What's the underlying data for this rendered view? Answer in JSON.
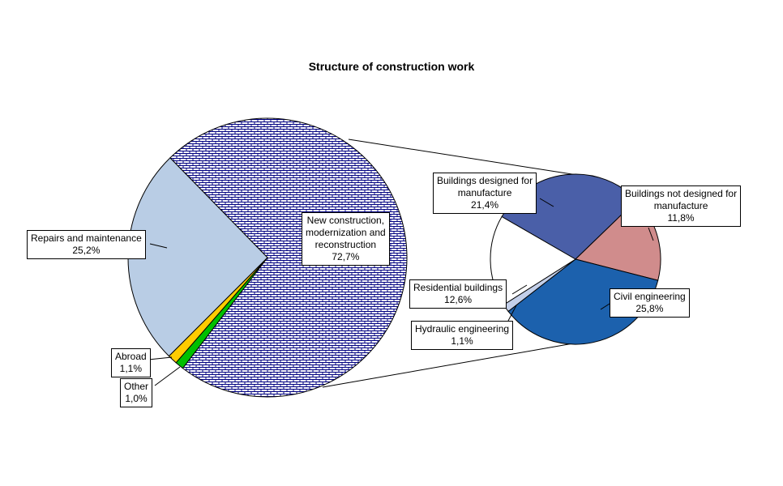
{
  "chart_data": {
    "type": "pie",
    "variant": "pie-of-pie",
    "title": "Structure of construction work",
    "background": "#ffffff",
    "pattern_colors": {
      "navy-brick": "#000080"
    },
    "main_pie": {
      "total_pct": 100,
      "start_angle_deg": 315.7,
      "slices": [
        {
          "label": "New construction, modernization and reconstruction",
          "pct": 72.7,
          "display_label": "New construction,\nmodernization and\nreconstruction\n72,7%",
          "fill": "pattern:navy-brick"
        },
        {
          "label": "Other",
          "pct": 1.0,
          "display_label": "Other\n1,0%",
          "fill": "#00c000"
        },
        {
          "label": "Abroad",
          "pct": 1.1,
          "display_label": "Abroad\n1,1%",
          "fill": "#ffcc00"
        },
        {
          "label": "Repairs and maintenance",
          "pct": 25.2,
          "display_label": "Repairs and maintenance\n25,2%",
          "fill": "#b9cde5"
        }
      ]
    },
    "secondary_pie": {
      "breakdown_of": "New construction, modernization and reconstruction",
      "total_pct": 72.7,
      "start_angle_deg": 300,
      "slices": [
        {
          "label": "Buildings designed for manufacture",
          "pct": 21.4,
          "display_label": "Buildings designed for\nmanufacture\n21,4%",
          "fill": "#4a5fa8"
        },
        {
          "label": "Buildings not designed for manufacture",
          "pct": 11.8,
          "display_label": "Buildings not designed for\nmanufacture\n11,8%",
          "fill": "#d08c8c"
        },
        {
          "label": "Civil engineering",
          "pct": 25.8,
          "display_label": "Civil engineering\n25,8%",
          "fill": "#1c61ad"
        },
        {
          "label": "Hydraulic engineering",
          "pct": 1.1,
          "display_label": "Hydraulic engineering\n1,1%",
          "fill": "#c3cfe9"
        },
        {
          "label": "Residential buildings",
          "pct": 12.6,
          "display_label": "Residential buildings\n12,6%",
          "fill": "#ffffff"
        }
      ]
    }
  }
}
